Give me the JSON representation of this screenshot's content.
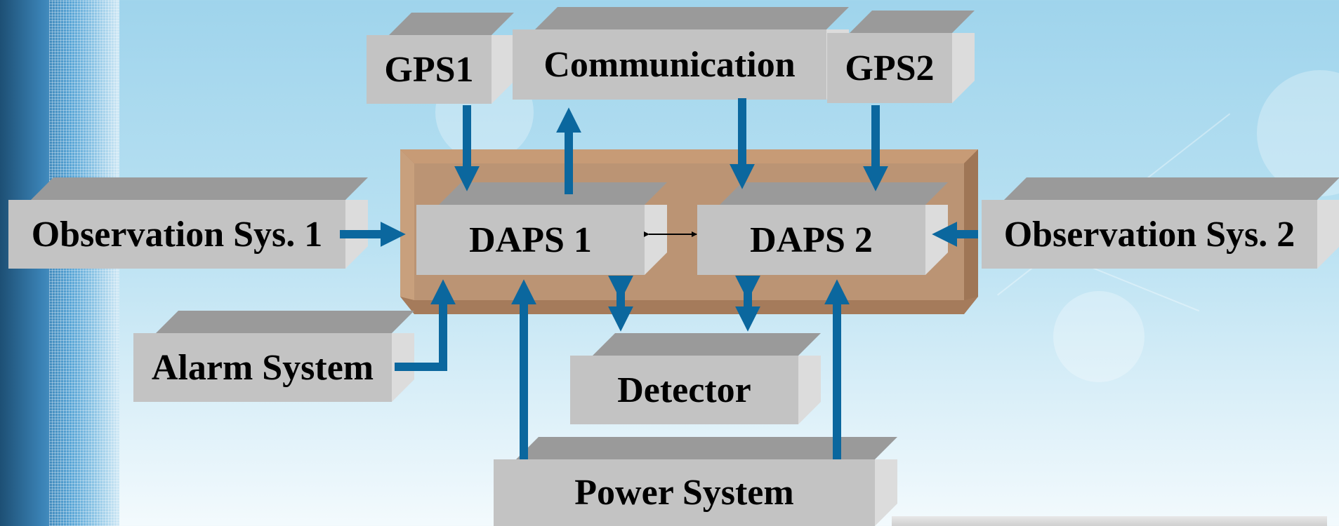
{
  "boxes": {
    "gps1": "GPS1",
    "communication": "Communication",
    "gps2": "GPS2",
    "obs1": "Observation Sys. 1",
    "daps1": "DAPS 1",
    "daps2": "DAPS 2",
    "obs2": "Observation Sys. 2",
    "alarm": "Alarm System",
    "detector": "Detector",
    "power": "Power System"
  },
  "colors": {
    "arrow": "#0b679e",
    "box_face": "#c3c3c3",
    "core_frame": "#b98e6b"
  }
}
